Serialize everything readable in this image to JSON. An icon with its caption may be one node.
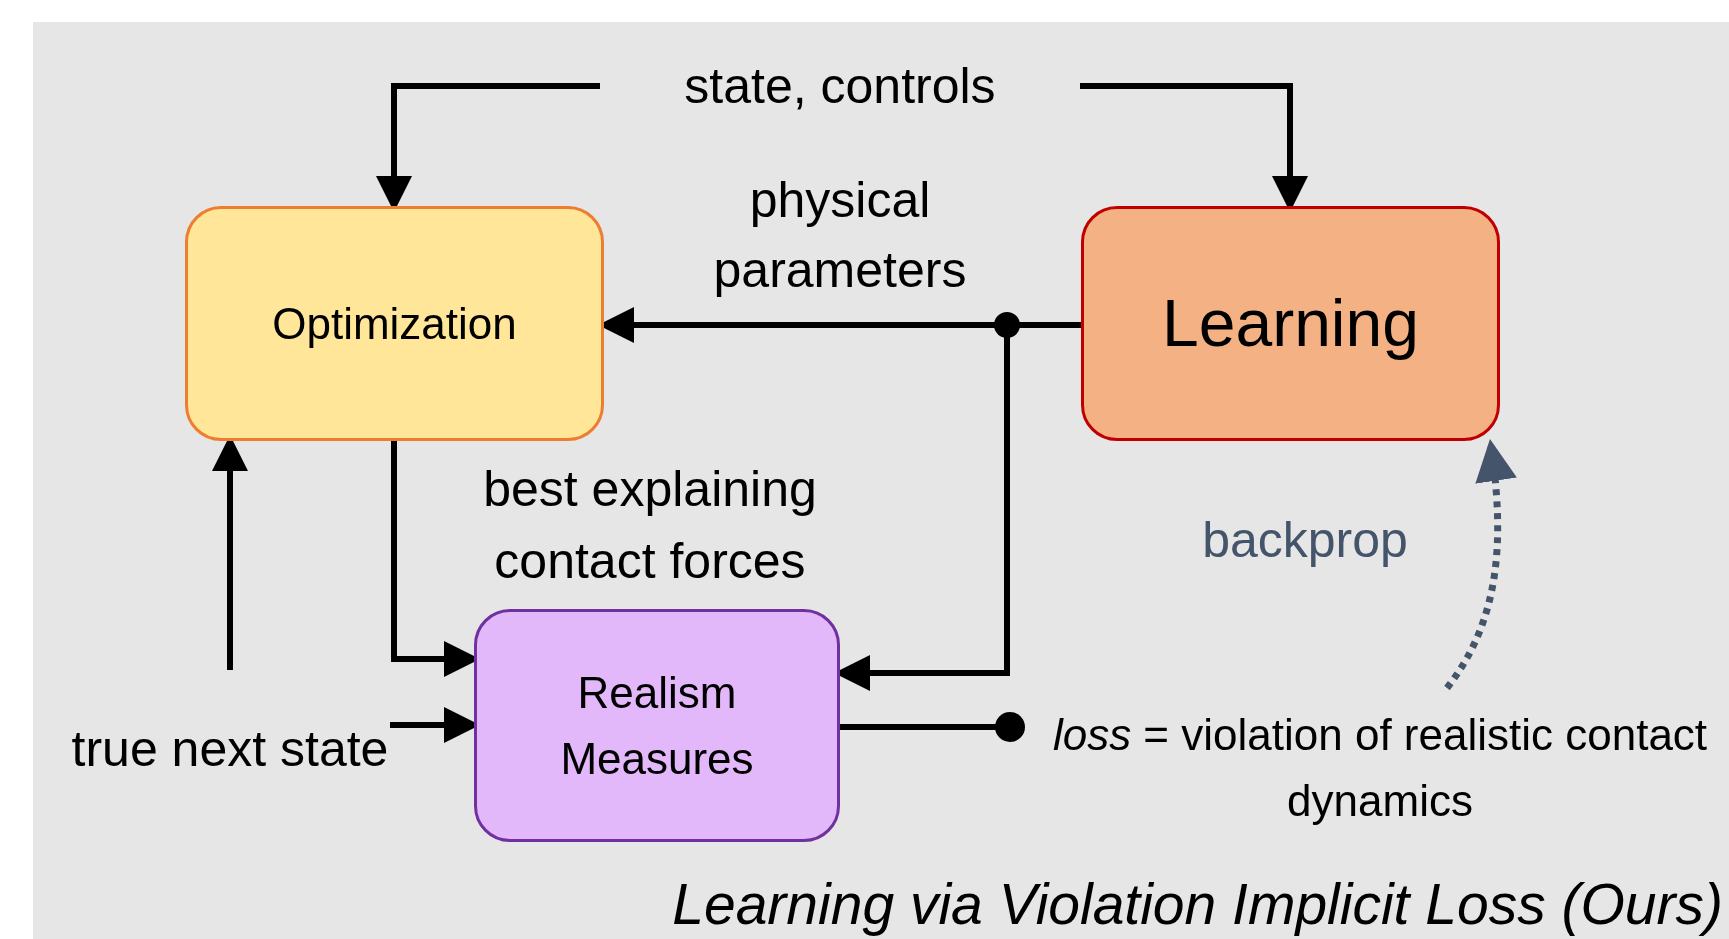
{
  "diagram": {
    "caption": "Learning via Violation Implicit Loss (Ours)",
    "nodes": [
      {
        "text": [
          "state, controls"
        ]
      },
      {
        "text": [
          "Optimization"
        ]
      },
      {
        "text": [
          "Learning"
        ]
      },
      {
        "text": [
          "Realism Measures"
        ]
      },
      {
        "text": [
          "true next state"
        ]
      },
      {
        "text": [
          "*loss* = violation of realistic contact dynamics"
        ]
      }
    ],
    "edges": [
      {
        "from": 0,
        "to": 1,
        "arrow": "to"
      },
      {
        "from": 0,
        "to": 2,
        "arrow": "to"
      },
      {
        "from": 2,
        "to": 1,
        "arrow": "to",
        "label": "physical parameters"
      },
      {
        "from": 2,
        "to": 3,
        "arrow": "to"
      },
      {
        "from": 1,
        "to": 3,
        "arrow": "to",
        "label": "best explaining contact forces"
      },
      {
        "from": 4,
        "to": 1,
        "arrow": "to"
      },
      {
        "from": 4,
        "to": 3,
        "arrow": "to"
      },
      {
        "from": 3,
        "to": 5,
        "arrow": "other"
      },
      {
        "from": 5,
        "to": 2,
        "arrow": "to",
        "style": "dashed",
        "color": "#44546a",
        "label": "backprop"
      }
    ]
  }
}
